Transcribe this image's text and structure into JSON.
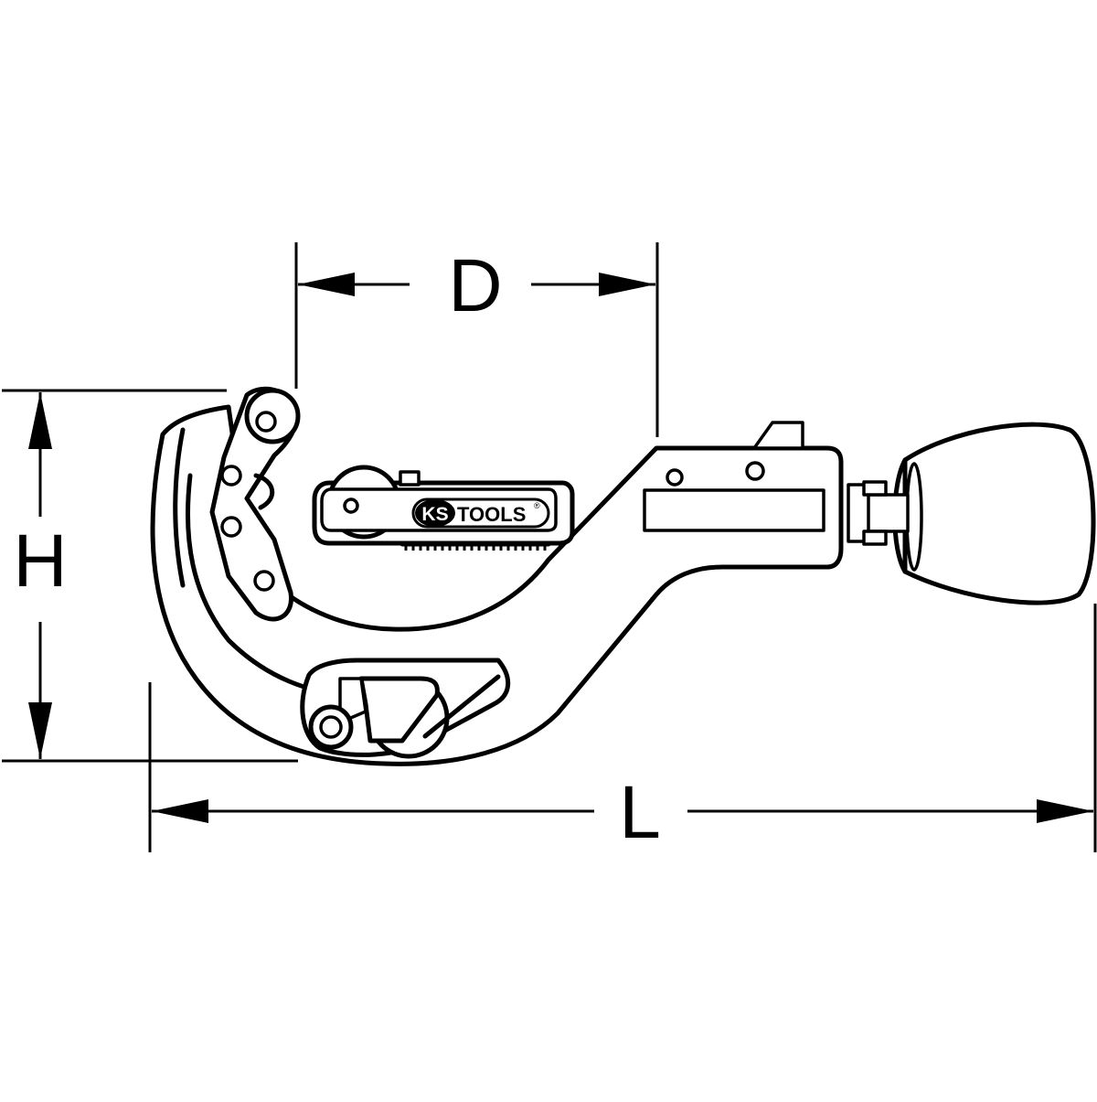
{
  "dimensions": {
    "diameter_label": "D",
    "height_label": "H",
    "length_label": "L"
  },
  "brand": {
    "logo_text_left": "KS",
    "logo_text_right": "TOOLS",
    "registered_mark": "®"
  },
  "colors": {
    "line": "#000000",
    "background": "#ffffff"
  }
}
